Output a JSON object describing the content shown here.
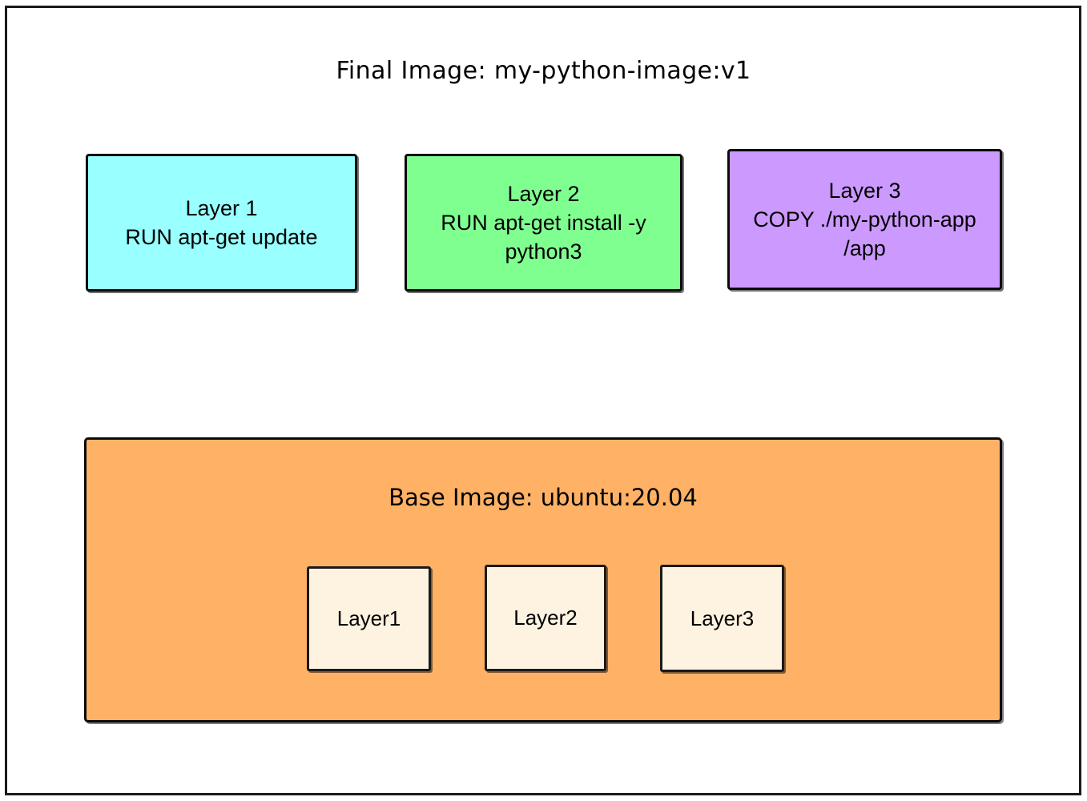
{
  "diagram": {
    "title": "Final Image: my-python-image:v1",
    "background_color": "#ffffff",
    "border_color": "#1a1a1a"
  },
  "layers": [
    {
      "id": "layer-1",
      "title": "Layer 1",
      "instruction": "RUN apt-get update",
      "text": "Layer 1\nRUN apt-get update",
      "color": "#99FFFF",
      "color_name": "cyan"
    },
    {
      "id": "layer-2",
      "title": "Layer 2",
      "instruction": "RUN apt-get install -y python3",
      "text": "Layer 2\nRUN apt-get install -y\npython3",
      "color": "#80FF91",
      "color_name": "green"
    },
    {
      "id": "layer-3",
      "title": "Layer 3",
      "instruction": "COPY ./my-python-app /app",
      "text": "Layer 3\nCOPY ./my-python-app\n/app",
      "color": "#CC99FF",
      "color_name": "purple"
    }
  ],
  "base_image": {
    "title": "Base Image: ubuntu:20.04",
    "color": "#FFB266",
    "color_name": "orange",
    "layers": [
      {
        "id": "base-layer-1",
        "label": "Layer1",
        "color": "#FDF3E0"
      },
      {
        "id": "base-layer-2",
        "label": "Layer2",
        "color": "#FDF3E0"
      },
      {
        "id": "base-layer-3",
        "label": "Layer3",
        "color": "#FDF3E0"
      }
    ]
  }
}
